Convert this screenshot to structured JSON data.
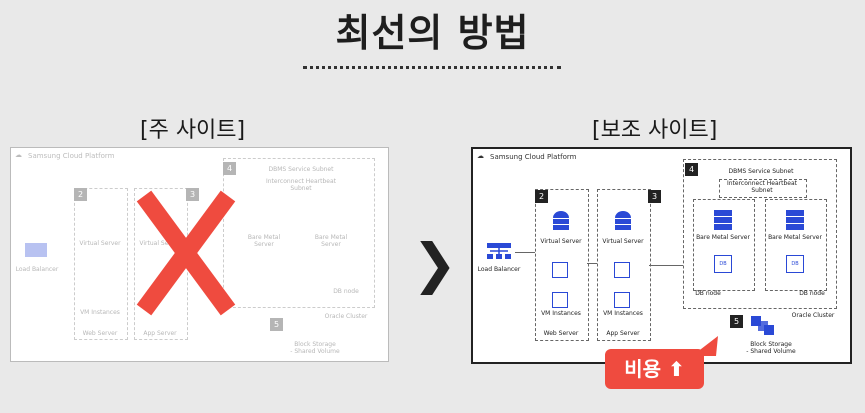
{
  "title": "최선의 방법",
  "primary": {
    "heading": "[주 사이트]",
    "platform": "Samsung Cloud Platform",
    "zones": [
      {
        "num": "2",
        "name": "Web Server"
      },
      {
        "num": "3",
        "name": "App Server"
      },
      {
        "num": "4",
        "name": "Oracle Cluster"
      },
      {
        "num": "5",
        "name": "Block Storage - Shared Volume"
      }
    ],
    "load_balancer": "Load Balancer",
    "virtual_server": "Virtual Server",
    "vm_instances": "VM Instances",
    "dbms_subnet": "DBMS Service Subnet",
    "heartbeat": "Interconnect Heartbeat Subnet",
    "bare_metal": "Bare Metal Server",
    "db_node": "DB node",
    "storage_line1": "Block Storage",
    "storage_line2": "- Shared Volume"
  },
  "secondary": {
    "heading": "[보조 사이트]",
    "platform": "Samsung Cloud Platform",
    "load_balancer": "Load Balancer",
    "virtual_server": "Virtual Server",
    "vm_instances": "VM Instances",
    "web_server": "Web Server",
    "app_server": "App Server",
    "dbms_subnet": "DBMS Service Subnet",
    "heartbeat": "Interconnect Heartbeat Subnet",
    "bare_metal": "Bare Metal Server",
    "db_node": "DB node",
    "oracle_cluster": "Oracle Cluster",
    "storage_line1": "Block Storage",
    "storage_line2": "- Shared Volume",
    "nums": [
      "2",
      "3",
      "4",
      "5"
    ]
  },
  "cost_badge": "비용 ⬆",
  "colors": {
    "accent_blue": "#2a49d6",
    "cross_red": "#ef4b3f",
    "badge_red": "#ef4b3f"
  }
}
